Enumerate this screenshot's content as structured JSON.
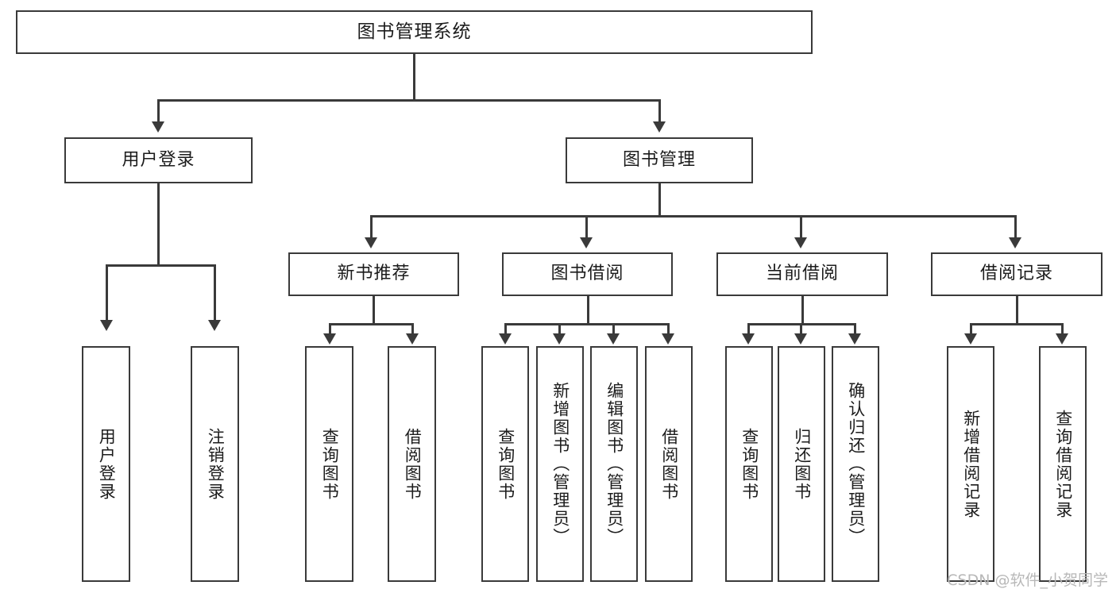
{
  "diagram": {
    "type": "tree",
    "title": "图书管理系统",
    "watermark": "CSDN @软件_小贺同学",
    "colors": {
      "stroke": "#3a3a3a",
      "fill": "#ffffff",
      "text": "#1c1c1c",
      "watermark": "#b8b8b8"
    },
    "root": {
      "label": "图书管理系统"
    },
    "level2": [
      {
        "label": "用户登录"
      },
      {
        "label": "图书管理"
      }
    ],
    "level3": [
      {
        "label": "新书推荐"
      },
      {
        "label": "图书借阅"
      },
      {
        "label": "当前借阅"
      },
      {
        "label": "借阅记录"
      }
    ],
    "leaves": {
      "user_login": [
        {
          "label": "用户登录"
        },
        {
          "label": "注销登录"
        }
      ],
      "new_book_recommend": [
        {
          "label": "查询图书"
        },
        {
          "label": "借阅图书"
        }
      ],
      "book_borrow": [
        {
          "label": "查询图书"
        },
        {
          "label": "新增图书（管理员）"
        },
        {
          "label": "编辑图书（管理员）"
        },
        {
          "label": "借阅图书"
        }
      ],
      "current_borrow": [
        {
          "label": "查询图书"
        },
        {
          "label": "归还图书"
        },
        {
          "label": "确认归还（管理员）"
        }
      ],
      "borrow_record": [
        {
          "label": "新增借阅记录"
        },
        {
          "label": "查询借阅记录"
        }
      ]
    }
  }
}
